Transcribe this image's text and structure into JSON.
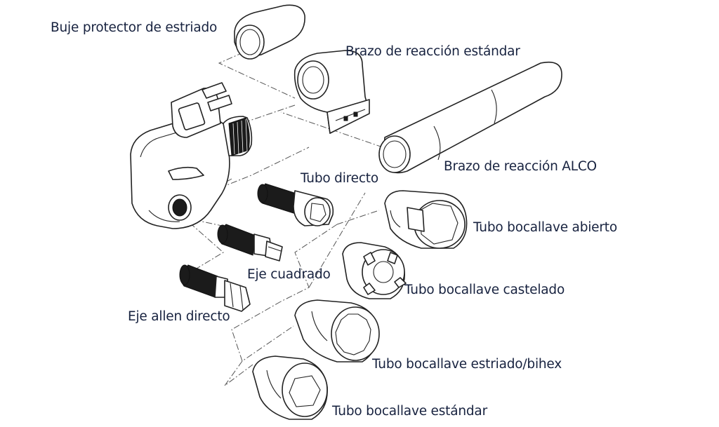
{
  "labels": {
    "buje_protector": "Buje protector de estriado",
    "brazo_estandar": "Brazo de reacción estándar",
    "brazo_alco": "Brazo de reacción ALCO",
    "tubo_directo": "Tubo directo",
    "tubo_bocallave_abierto": "Tubo bocallave abierto",
    "eje_cuadrado": "Eje cuadrado",
    "tubo_bocallave_castelado": "Tubo bocallave castelado",
    "eje_allen_directo": "Eje allen directo",
    "tubo_bocallave_estriado": "Tubo bocallave estriado/bihex",
    "tubo_bocallave_estandar": "Tubo bocallave estándar"
  },
  "colors": {
    "label_text": "#17223f",
    "line_art": "#222222",
    "dark_fill": "#1b1b1b",
    "background": "#ffffff"
  }
}
